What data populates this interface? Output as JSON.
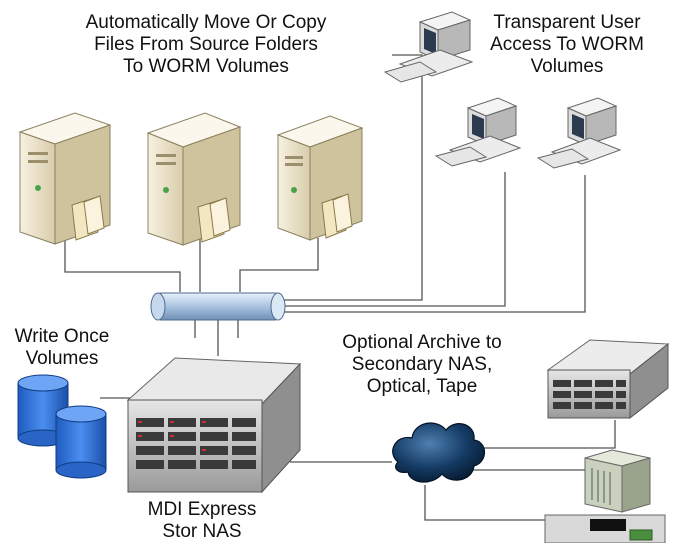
{
  "labels": {
    "source_copy": "Automatically Move Or Copy\nFiles From Source Folders\nTo WORM Volumes",
    "user_access": "Transparent User\nAccess To WORM\nVolumes",
    "write_once": "Write Once\nVolumes",
    "archive": "Optional Archive to\nSecondary NAS,\nOptical, Tape",
    "nas": "MDI Express\nStor NAS"
  },
  "colors": {
    "line": "#555555",
    "pipe": "#b9cfe6",
    "disk": "#2f6fd0",
    "cloud": "#0c2a4a",
    "server_beige": "#efe6cf",
    "rack": "#d2d2d2"
  }
}
